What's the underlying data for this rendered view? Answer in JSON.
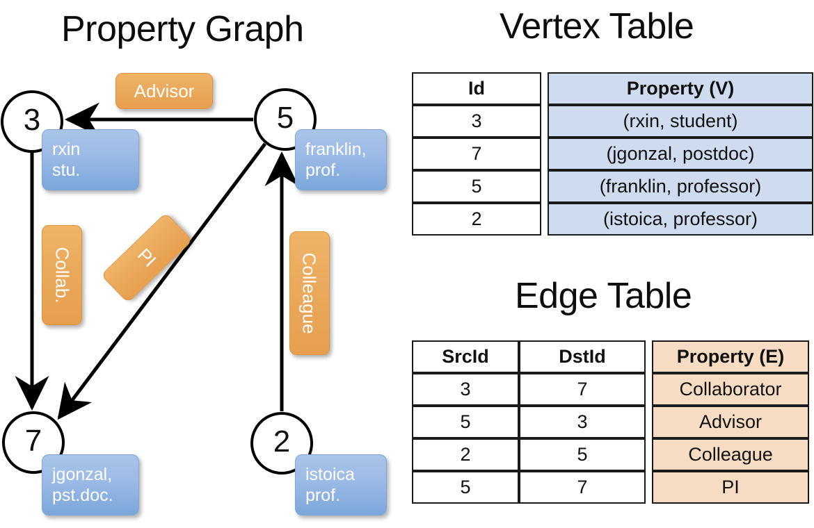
{
  "titles": {
    "property_graph": "Property Graph",
    "vertex_table": "Vertex Table",
    "edge_table": "Edge Table"
  },
  "graph": {
    "vertices": [
      {
        "id": "3",
        "property_label": [
          "rxin",
          "stu."
        ]
      },
      {
        "id": "5",
        "property_label": [
          "franklin,",
          "prof."
        ]
      },
      {
        "id": "7",
        "property_label": [
          "jgonzal,",
          "pst.doc."
        ]
      },
      {
        "id": "2",
        "property_label": [
          "istoica",
          "prof."
        ]
      }
    ],
    "edge_labels": [
      {
        "name": "advisor-label",
        "text": "Advisor"
      },
      {
        "name": "collab-label",
        "text": "Collab."
      },
      {
        "name": "pi-label",
        "text": "PI"
      },
      {
        "name": "colleague-label",
        "text": "Colleague"
      }
    ],
    "edges": [
      {
        "from": "5",
        "to": "3",
        "label": "Advisor"
      },
      {
        "from": "3",
        "to": "7",
        "label": "Collab."
      },
      {
        "from": "5",
        "to": "7",
        "label": "PI"
      },
      {
        "from": "2",
        "to": "5",
        "label": "Colleague"
      }
    ]
  },
  "vertex_table": {
    "headers": [
      "Id",
      "Property (V)"
    ],
    "rows": [
      {
        "id": "3",
        "property": "(rxin, student)"
      },
      {
        "id": "7",
        "property": "(jgonzal, postdoc)"
      },
      {
        "id": "5",
        "property": "(franklin, professor)"
      },
      {
        "id": "2",
        "property": "(istoica, professor)"
      }
    ]
  },
  "edge_table": {
    "headers": [
      "SrcId",
      "DstId",
      "Property (E)"
    ],
    "rows": [
      {
        "src": "3",
        "dst": "7",
        "property": "Collaborator"
      },
      {
        "src": "5",
        "dst": "3",
        "property": "Advisor"
      },
      {
        "src": "2",
        "dst": "5",
        "property": "Colleague"
      },
      {
        "src": "5",
        "dst": "7",
        "property": "PI"
      }
    ]
  },
  "colors": {
    "vertex_property_box": "#9cbbe6",
    "edge_property_box": "#eaa95c",
    "vertex_table_highlight": "#cfdcef",
    "edge_table_highlight": "#f5dcc2",
    "stroke": "#000000",
    "background": "#ffffff"
  }
}
